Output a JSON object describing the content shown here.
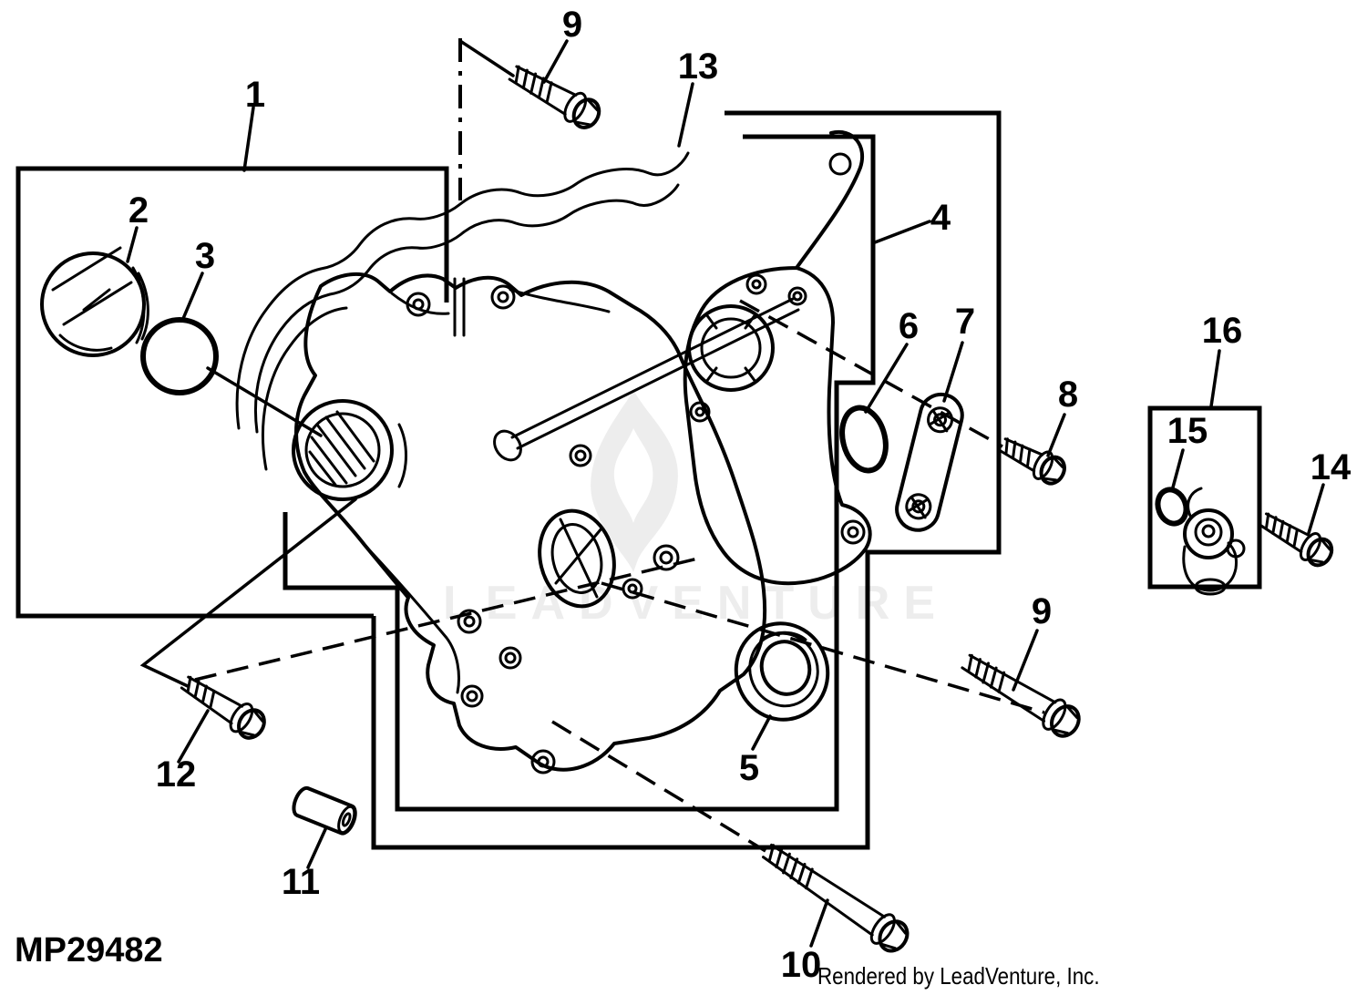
{
  "page": {
    "colors": {
      "background": "#ffffff",
      "line": "#000000",
      "watermark": "#ededed"
    }
  },
  "diagram": {
    "part_code": "MP29482",
    "watermark_text": "LEADVENTURE",
    "footer_credit": "Rendered by LeadVenture, Inc.",
    "callouts": {
      "c1": {
        "label": "1"
      },
      "c2": {
        "label": "2"
      },
      "c3": {
        "label": "3"
      },
      "c4": {
        "label": "4"
      },
      "c5": {
        "label": "5"
      },
      "c6": {
        "label": "6"
      },
      "c7": {
        "label": "7"
      },
      "c8": {
        "label": "8"
      },
      "c9_top": {
        "label": "9"
      },
      "c9_right": {
        "label": "9"
      },
      "c10": {
        "label": "10"
      },
      "c11": {
        "label": "11"
      },
      "c12": {
        "label": "12"
      },
      "c13": {
        "label": "13"
      },
      "c14": {
        "label": "14"
      },
      "c15": {
        "label": "15"
      },
      "c16": {
        "label": "16"
      }
    }
  }
}
